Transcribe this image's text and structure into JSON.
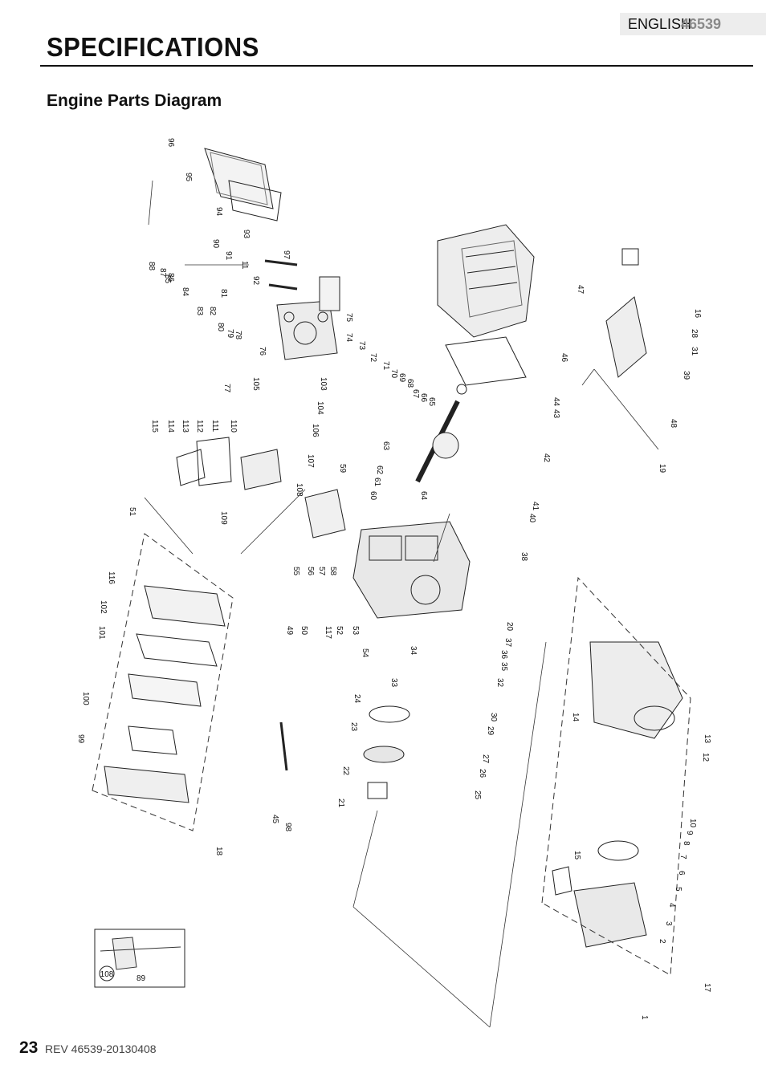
{
  "header": {
    "language": "ENGLISH",
    "model_number": "46539",
    "page_title": "SPECIFICATIONS"
  },
  "section": {
    "title": "Engine Parts Diagram"
  },
  "diagram": {
    "labels": [
      "1",
      "2",
      "3",
      "4",
      "5",
      "6",
      "7",
      "8",
      "9",
      "10",
      "11",
      "12",
      "13",
      "14",
      "15",
      "16",
      "17",
      "18",
      "19",
      "20",
      "21",
      "22",
      "23",
      "24",
      "25",
      "26",
      "27",
      "28",
      "29",
      "30",
      "31",
      "32",
      "33",
      "34",
      "35",
      "36",
      "37",
      "38",
      "39",
      "40",
      "41",
      "42",
      "43",
      "44",
      "45",
      "46",
      "47",
      "48",
      "49",
      "50",
      "51",
      "52",
      "53",
      "54",
      "55",
      "56",
      "57",
      "58",
      "59",
      "60",
      "61",
      "62",
      "63",
      "64",
      "65",
      "66",
      "67",
      "68",
      "69",
      "70",
      "71",
      "72",
      "73",
      "74",
      "75",
      "76",
      "77",
      "78",
      "79",
      "80",
      "81",
      "82",
      "83",
      "84",
      "85",
      "86",
      "87",
      "88",
      "89",
      "90",
      "91",
      "92",
      "93",
      "94",
      "95",
      "96",
      "97",
      "98",
      "99",
      "100",
      "101",
      "102",
      "103",
      "104",
      "105",
      "106",
      "107",
      "108",
      "109",
      "110",
      "111",
      "112",
      "113",
      "114",
      "115",
      "116",
      "117"
    ],
    "inset_labels": [
      "108",
      "89"
    ]
  },
  "footer": {
    "page_number": "23",
    "revision": "REV 46539-20130408"
  }
}
